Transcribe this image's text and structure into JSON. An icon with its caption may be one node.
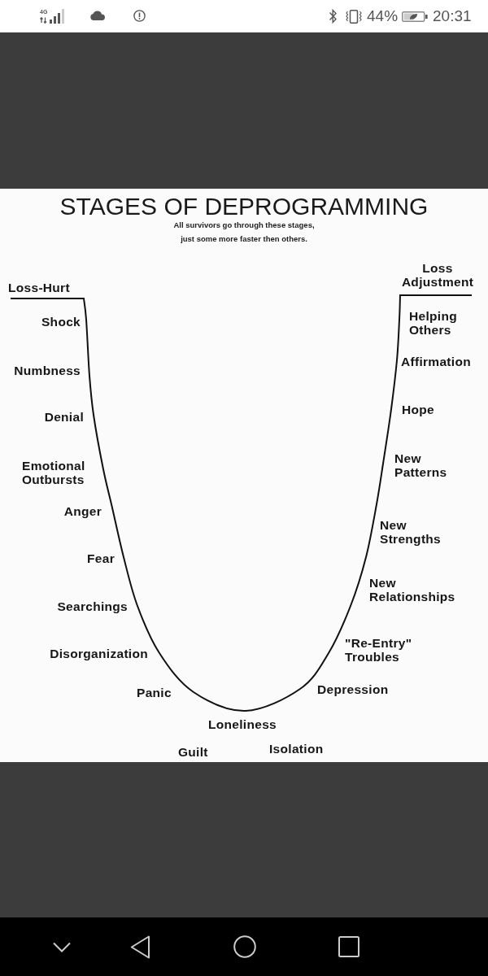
{
  "diagram": {
    "title": "STAGES OF DEPROGRAMMING",
    "labels": [
      "4G",
      "44%",
      "20:31",
      "All survivors go through these stages, just some more faster then others.",
      "Loss-Hurt",
      "Shock",
      "Numbness",
      "Denial",
      "Emotional Outbursts",
      "Anger",
      "Fear",
      "Searchings",
      "Disorganization",
      "Panic",
      "Guilt",
      "Loneliness",
      "Isolation",
      "Depression",
      "\"Re-Entry\" Troubles",
      "New Relationships",
      "New Strengths",
      "New Patterns",
      "Hope",
      "Affirmation",
      "Helping Others",
      "Loss Adjustment"
    ]
  }
}
